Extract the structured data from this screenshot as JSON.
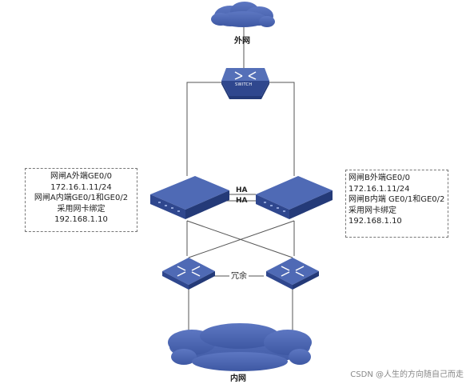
{
  "labels": {
    "internet": "外网",
    "intranet": "内网",
    "ha_top": "HA",
    "ha_bottom": "HA",
    "redundant": "冗余",
    "switch_text": "SWITCH"
  },
  "gateway_a": {
    "lines": [
      "网闸A外端GE0/0",
      "172.16.1.11/24",
      "网闸A内端GE0/1和GE0/2",
      "采用网卡绑定",
      "192.168.1.10"
    ]
  },
  "gateway_b": {
    "lines": [
      "网闸B外端GE0/0",
      "172.16.1.11/24",
      "网闸B内端 GE0/1和GE0/2",
      "采用网卡绑定",
      "192.168.1.10"
    ]
  },
  "watermark": "CSDN @人生的方向随自己而走",
  "colors": {
    "device_top": "#4f6ab5",
    "device_front": "#2f478e",
    "device_side": "#243a78",
    "cloud": "#4a65b0",
    "link": "#555555"
  }
}
